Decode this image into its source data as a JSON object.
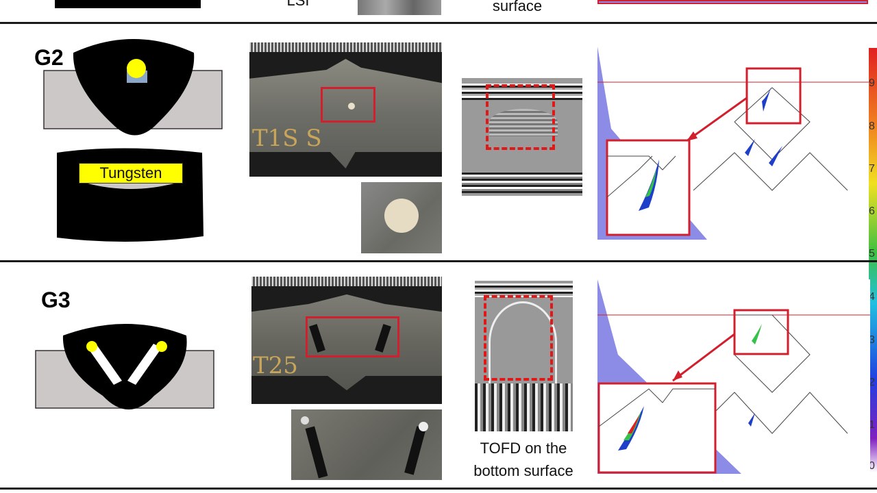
{
  "rows": {
    "top": {
      "caption_fragment": "LSI",
      "caption_line": "surface"
    },
    "g2": {
      "label": "G2",
      "insert_label": "Tungsten",
      "specimen_mark": "T1S S"
    },
    "g3": {
      "label": "G3",
      "specimen_mark": "T25",
      "tofd_caption_line1": "TOFD on the",
      "tofd_caption_line2": "bottom surface"
    }
  },
  "color_scale": {
    "ticks": [
      "9",
      "8",
      "7",
      "6",
      "5",
      "4",
      "3",
      "2",
      "1",
      "0"
    ]
  },
  "colors": {
    "highlight_red": "#d21f2d",
    "insert_yellow": "#ffff00",
    "scan_blue": "#8c8ce6"
  }
}
